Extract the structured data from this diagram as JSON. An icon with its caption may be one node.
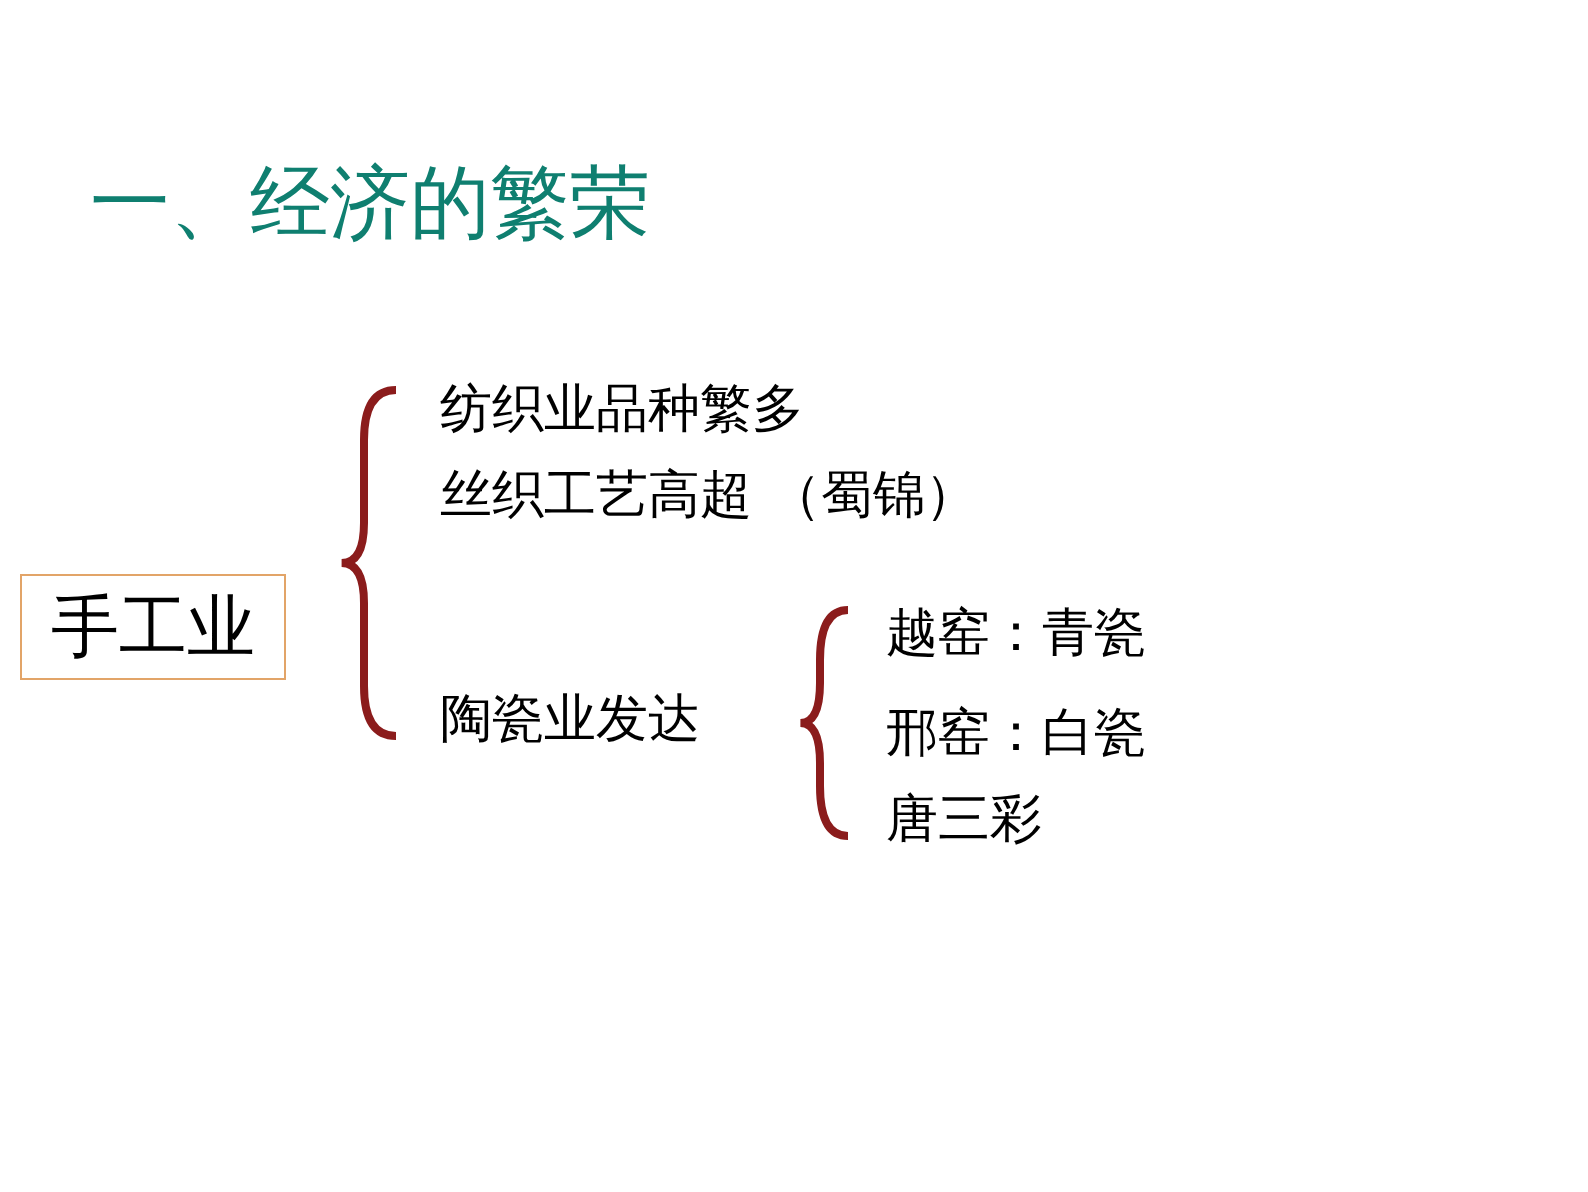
{
  "diagram": {
    "title": "一、经济的繁荣",
    "nodes": [
      {
        "text": [
          "手工业"
        ]
      }
    ],
    "labels": [
      "纺织业品种繁多",
      "丝织工艺高超 （蜀锦）",
      "陶瓷业发达",
      "越窑：青瓷",
      "邢窑：白瓷",
      "唐三彩"
    ]
  }
}
